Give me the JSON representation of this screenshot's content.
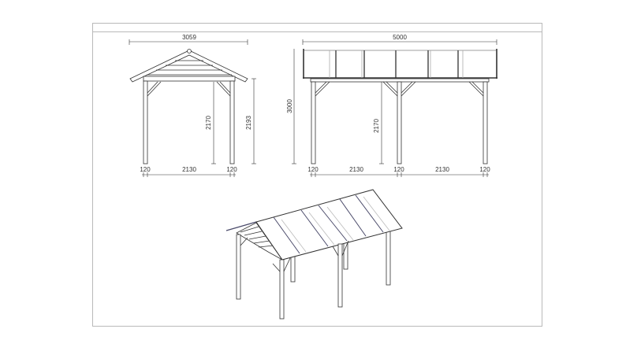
{
  "drawing": {
    "type": "technical drawing",
    "subject": "wooden carport / pergola with polycarbonate roof panels",
    "views": {
      "front": {
        "overall_width": "3059",
        "post_left_width": "120",
        "span": "2130",
        "post_right_width": "120",
        "clear_height": "2170",
        "eave_height": "2193"
      },
      "side": {
        "overall_length": "5000",
        "total_height": "3000",
        "clear_height": "2170",
        "post_1_width": "120",
        "span_1": "2130",
        "post_2_width": "120",
        "span_2": "2130",
        "post_3_width": "120",
        "roof_panels": 6
      },
      "isometric": {
        "posts": 6,
        "roof_panels": 6
      }
    },
    "colors": {
      "line": "#333333",
      "frame": "#b9b9b9",
      "panel_edge": "#4a4a6a"
    }
  }
}
